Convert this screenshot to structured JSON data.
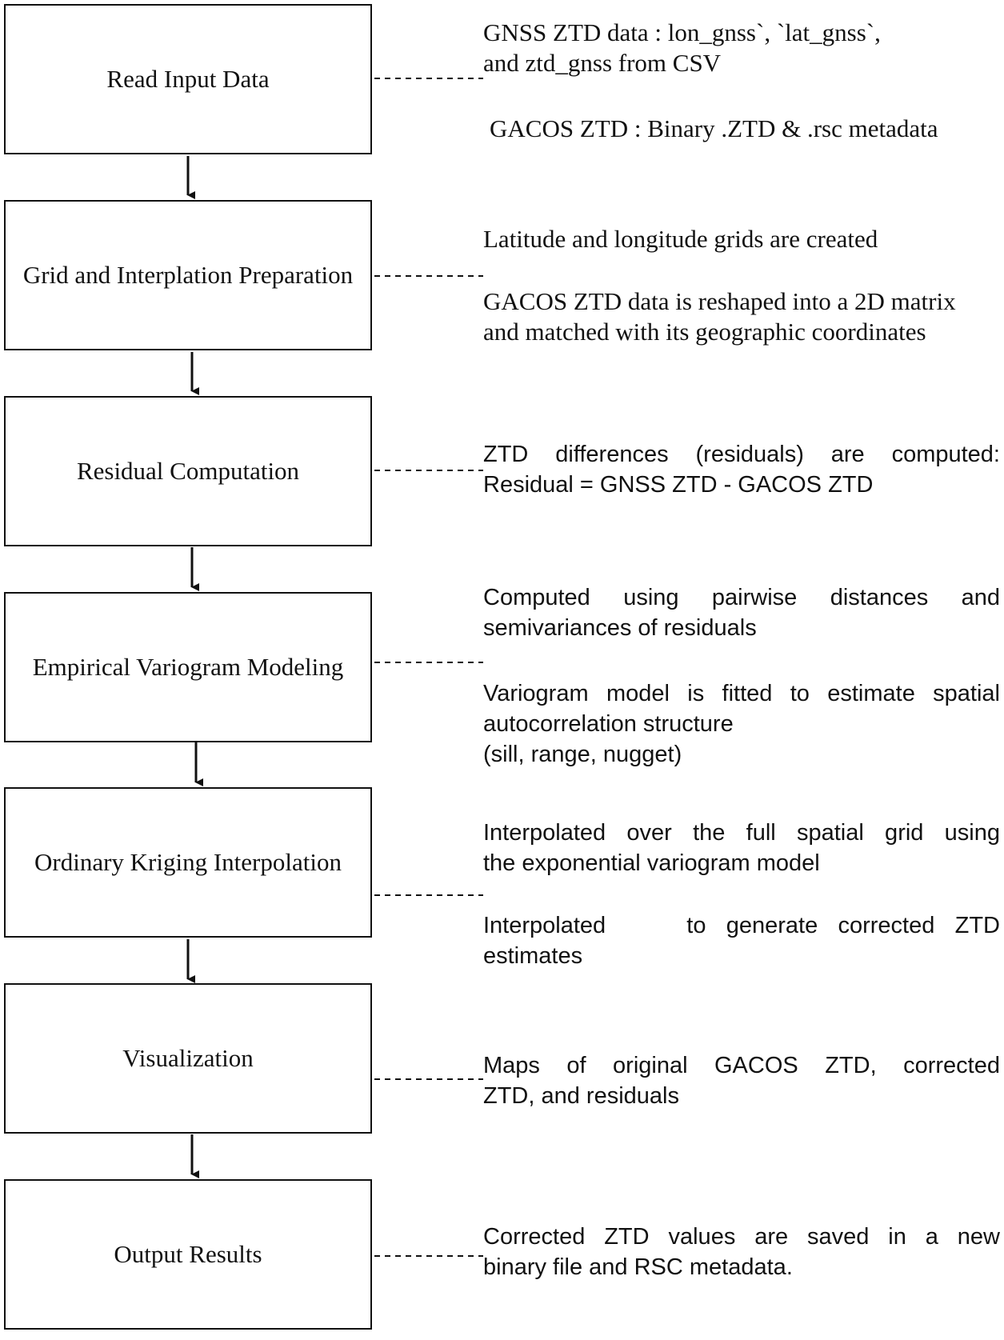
{
  "steps": [
    {
      "label": "Read Input Data"
    },
    {
      "label": "Grid and Interplation Preparation"
    },
    {
      "label": "Residual Computation"
    },
    {
      "label": "Empirical Variogram Modeling"
    },
    {
      "label": "Ordinary Kriging Interpolation"
    },
    {
      "label": "Visualization"
    },
    {
      "label": "Output Results"
    }
  ],
  "notes": {
    "read_input": {
      "line1": "GNSS ZTD data : lon_gnss`, `lat_gnss`,",
      "line2": "and ztd_gnss from CSV",
      "line3": "GACOS ZTD :  Binary .ZTD & .rsc metadata"
    },
    "grid_prep": {
      "p1": "Latitude and longitude grids are created",
      "p2_line1": "GACOS ZTD data is reshaped into a 2D matrix",
      "p2_line2": "and matched with its geographic coordinates"
    },
    "residual": {
      "line1": "ZTD differences (residuals) are computed:",
      "line2": "Residual = GNSS ZTD - GACOS ZTD"
    },
    "variogram": {
      "p1_line1": "Computed using pairwise distances and",
      "p1_line2": "semivariances of residuals",
      "p2_line1": "Variogram model is fitted to estimate spatial",
      "p2_line2": "autocorrelation structure",
      "p2_line3": "(sill, range, nugget)"
    },
    "kriging": {
      "p1_line1": "Interpolated over the full spatial grid using",
      "p1_line2": "the exponential variogram model",
      "p2_line1": "Interpolated    to generate corrected ZTD",
      "p2_line2": "estimates"
    },
    "visualization": {
      "line1": "Maps of original GACOS ZTD, corrected",
      "line2": "ZTD, and residuals"
    },
    "output": {
      "line1": "Corrected ZTD values are saved in a new",
      "line2": "binary file and RSC metadata."
    }
  }
}
